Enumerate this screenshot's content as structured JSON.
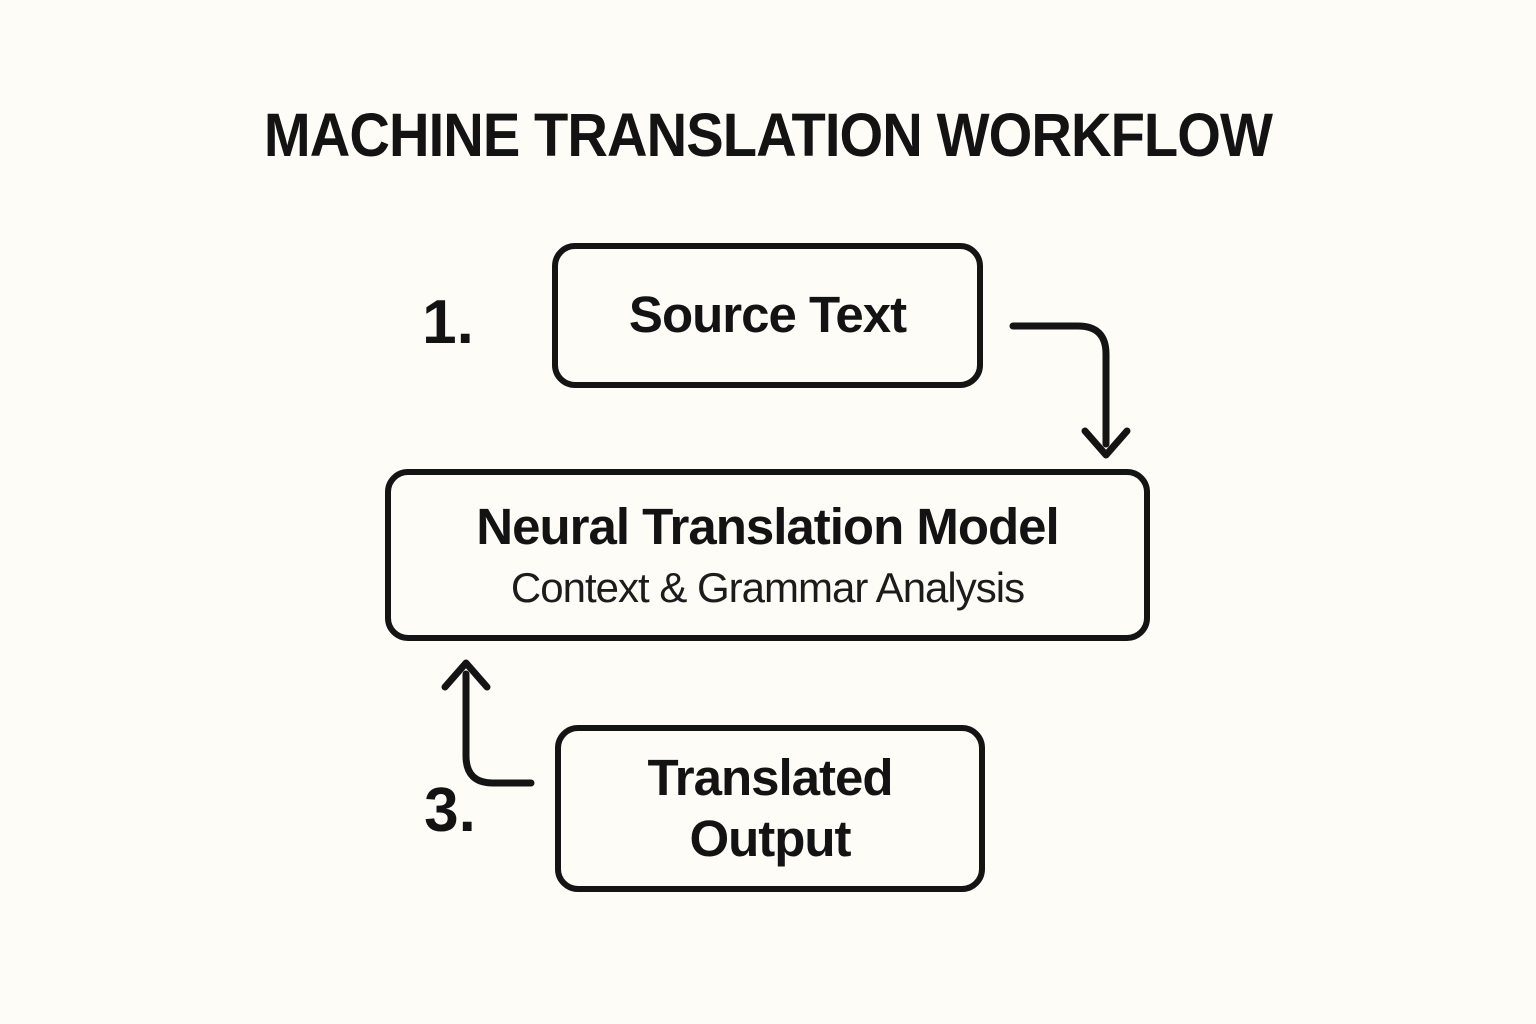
{
  "title": "MACHINE TRANSLATION WORKFLOW",
  "colors": {
    "background": "#FDFCF6",
    "line": "#141414",
    "text": "#131313"
  },
  "diagram": {
    "steps": [
      {
        "number": "1.",
        "label": "Source Text"
      },
      {
        "label": "Neural Translation Model",
        "sublabel": "Context & Grammar Analysis"
      },
      {
        "number": "3.",
        "label": "Translated Output"
      }
    ],
    "arrows": [
      {
        "name": "source-to-model-arrow",
        "from": "Source Text",
        "to": "Neural Translation Model",
        "direction": "down"
      },
      {
        "name": "output-to-model-arrow",
        "from": "Translated Output",
        "to": "Neural Translation Model",
        "direction": "up"
      }
    ]
  }
}
